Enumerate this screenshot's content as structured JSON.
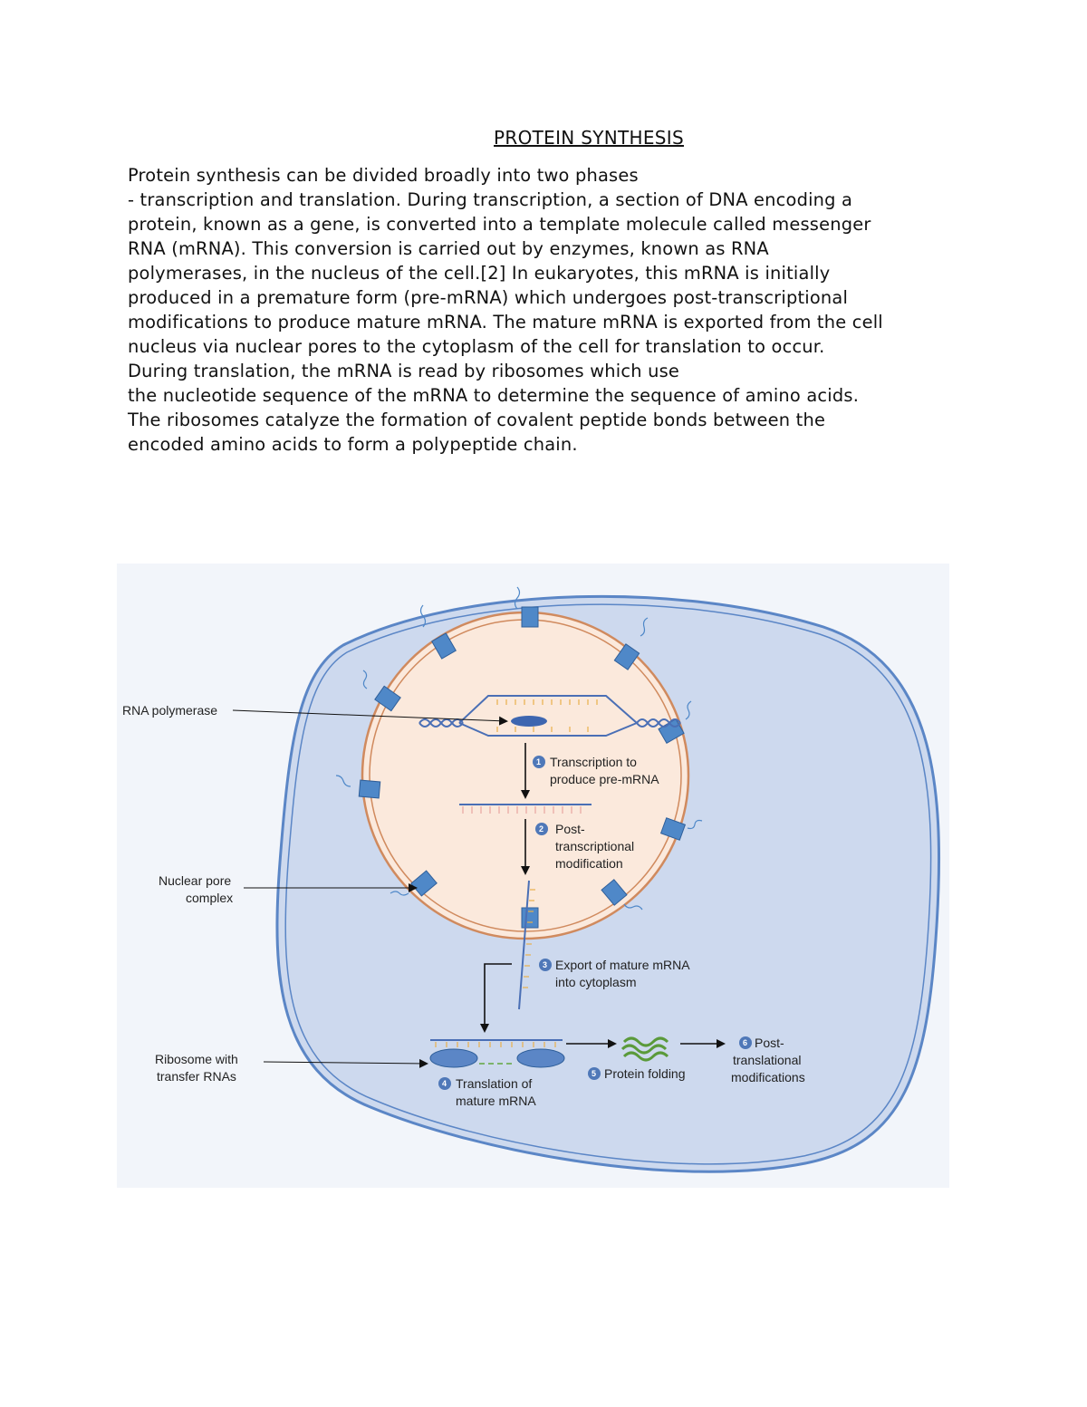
{
  "document": {
    "title": "PROTEIN SYNTHESIS ",
    "lines": [
      "Protein synthesis can be divided broadly into two phases",
      "- transcription and translation. During transcription, a section of DNA encoding a",
      "protein, known as a gene, is converted into a template molecule called messenger",
      "RNA (mRNA). This conversion is carried out by enzymes, known as RNA",
      "polymerases, in the nucleus of the cell.[2] In eukaryotes, this mRNA is initially",
      "produced in a premature form (pre-mRNA) which undergoes post-transcriptional",
      "modifications to produce mature mRNA. The mature mRNA is exported from the cell",
      "nucleus via nuclear pores to the cytoplasm of the cell for translation to occur.",
      "During translation, the mRNA is read by ribosomes which use",
      "the nucleotide sequence of the mRNA to determine the sequence of amino acids.",
      "The ribosomes catalyze the formation of covalent peptide bonds between the",
      "encoded amino acids to form a polypeptide chain."
    ]
  },
  "diagram": {
    "labels": {
      "rna_polymerase": "RNA polymerase",
      "nuclear_pore_1": "Nuclear pore",
      "nuclear_pore_2": "complex",
      "ribosome_1": "Ribosome with",
      "ribosome_2": "transfer RNAs"
    },
    "steps": [
      {
        "num": "1",
        "line1": "Transcription to",
        "line2": "produce pre-mRNA",
        "line3": ""
      },
      {
        "num": "2",
        "line1": "Post-",
        "line2": "transcriptional",
        "line3": "modification"
      },
      {
        "num": "3",
        "line1": "Export of mature mRNA",
        "line2": "into cytoplasm",
        "line3": ""
      },
      {
        "num": "4",
        "line1": "Translation of",
        "line2": "mature mRNA",
        "line3": ""
      },
      {
        "num": "5",
        "line1": "Protein folding",
        "line2": "",
        "line3": ""
      },
      {
        "num": "6",
        "line1": "Post-",
        "line2": "translational",
        "line3": "modifications"
      }
    ],
    "colors": {
      "cytoplasm": "#cdd9ee",
      "membrane": "#5b86c6",
      "nucleus": "#fbe9dc",
      "nuclear_envelope": "#d08a5e",
      "step_badge": "#4f78b8",
      "protein": "#5a9a3a"
    }
  }
}
